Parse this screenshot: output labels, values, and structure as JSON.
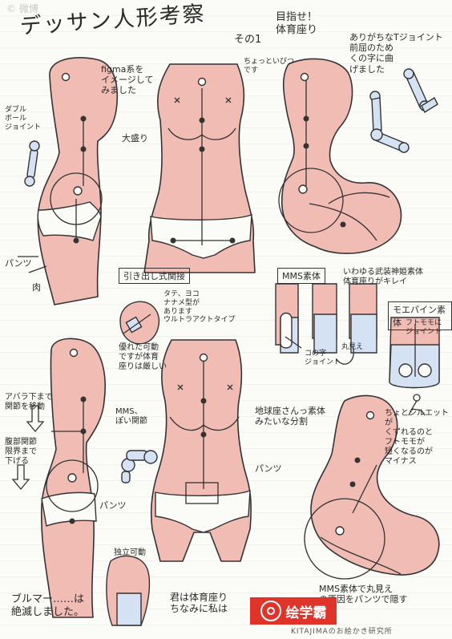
{
  "watermark": "© 微博",
  "title": "デッサン人形考察",
  "subtitle": "その1",
  "goal": "目指せ！\n体育座り",
  "notes": {
    "t_joint": "ありがちなTジョイント\n前屈のため\nくの字に曲\nげました",
    "slightly": "ちょっといびつ\nです",
    "figma": "figma系を\nイメージして\nみました",
    "oomori": "大盛り",
    "double_ball": "ダブル\nボール\nジョイント",
    "pantsu1": "パンツ",
    "niku": "肉",
    "pullout": "引き出し式関接",
    "tate_yoko": "タテ、ヨコ\nナナメ型が\nあります\nウルトラアクトタイプ",
    "kadou": "優れた可動\nですが体育\n座りは厳しい",
    "mms_box": "MMS素体",
    "armor": "いわゆる武装神姫素体\n体育座りがキレイ",
    "ko_joint": "コの字\nジョイント",
    "maru": "丸見え",
    "moe_box": "モエパイン素体",
    "futomomo_joint": "フトモモに\nジョイント",
    "abara": "アバラ下まで\n関節を移動",
    "fukubu": "腹部関節\n限界まで\n下げる",
    "mms_joint": "MMS、\nぽい関節",
    "pantsu2": "パンツ",
    "kyutai": "地球座さんっ素体\nみたいな分割",
    "pantsu3": "パンツ",
    "silhouette": "ちょとシルエットが\nくずれるのと\nフトモモが\n短くなるのが\nマイナス",
    "dokuritsu": "独立可動",
    "bloomer": "ブルマー……は\n絶滅しました。",
    "closing": "君は体育座り\nちなみに私は",
    "mms_round": "MMS素体で丸見え\nの原因をパンツで隠す"
  },
  "logo": "绘学霸",
  "credit": "KITAJIMAのお絵かき研究所"
}
